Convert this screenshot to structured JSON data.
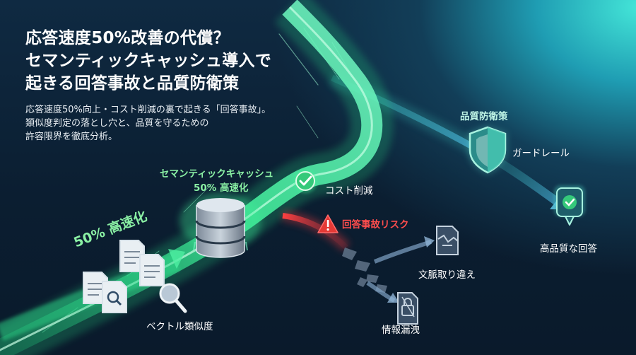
{
  "headline": {
    "line1": "応答速度50%改善の代償？",
    "line2": "セマンティックキャッシュ導入で",
    "line3": "起きる回答事故と品質防衛策"
  },
  "description": {
    "line1": "応答速度50%向上・コスト削減の裏で起きる「回答事故」。",
    "line2": "類似度判定の落とし穴と、品質を守るための",
    "line3": "許容限界を徹底分析。"
  },
  "labels": {
    "speedup": "50% 高速化",
    "cache_line1": "セマンティックキャッシュ",
    "cache_line2": "50% 高速化",
    "cost_cut": "コスト削減",
    "accident_risk": "回答事故リスク",
    "vector_similarity": "ベクトル類似度",
    "context_mistake": "文脈取り違え",
    "info_leak": "情報漏洩",
    "quality_defense": "品質防衛策",
    "guardrail": "ガードレール",
    "high_quality_answer": "高品質な回答"
  },
  "colors": {
    "accent_green": "#3ff29a",
    "risk_red": "#e53935",
    "teal": "#4fd9c4",
    "background": "#0c1f33"
  },
  "icons": [
    "document-icon",
    "magnifier-icon",
    "database-icon",
    "checkmark-icon",
    "warning-icon",
    "broken-document-icon",
    "lock-icon",
    "shield-icon",
    "approved-badge-icon"
  ]
}
